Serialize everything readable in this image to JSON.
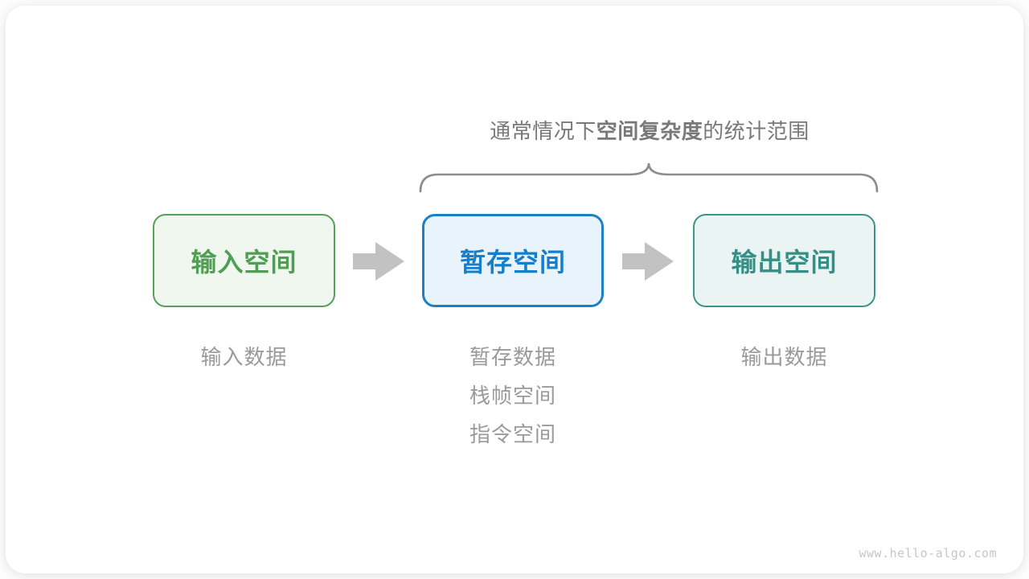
{
  "diagram": {
    "title": {
      "prefix": "通常情况下",
      "bold": "空间复杂度",
      "suffix": "的统计范围"
    },
    "boxes": [
      {
        "id": "input",
        "label": "输入空间",
        "border_color": "#57a05a",
        "fill_color": "#f0f7ee",
        "text_color": "#4f9e53"
      },
      {
        "id": "buffer",
        "label": "暂存空间",
        "border_color": "#1c80c6",
        "fill_color": "#e8f3fc",
        "text_color": "#177fc9"
      },
      {
        "id": "output",
        "label": "输出空间",
        "border_color": "#3d948c",
        "fill_color": "#eaf5f3",
        "text_color": "#358f87"
      }
    ],
    "captions": [
      {
        "under": "input",
        "lines": [
          "输入数据"
        ]
      },
      {
        "under": "buffer",
        "lines": [
          "暂存数据",
          "栈帧空间",
          "指令空间"
        ]
      },
      {
        "under": "output",
        "lines": [
          "输出数据"
        ]
      }
    ],
    "icons": {
      "arrow_right": "right-block-arrow",
      "brace": "overbrace-span"
    },
    "colors": {
      "arrow": "#c2c2c2",
      "brace": "#8c8c8c",
      "title_text": "#787878",
      "caption_text": "#9a9a9a",
      "card_background": "#ffffff"
    },
    "watermark": "www.hello-algo.com"
  }
}
